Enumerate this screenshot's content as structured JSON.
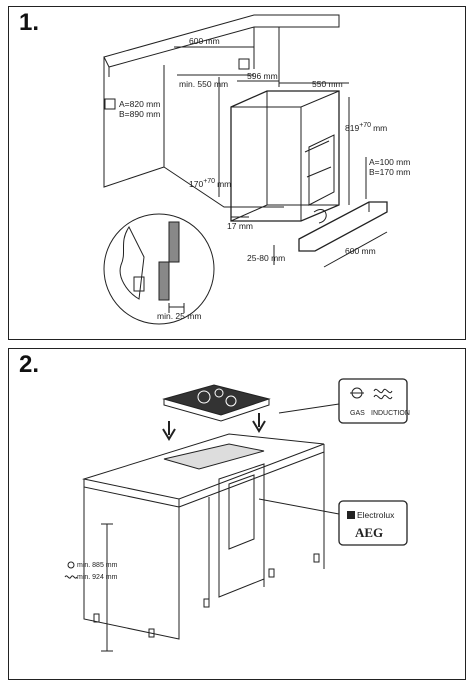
{
  "steps": {
    "step1": "1.",
    "step2": "2."
  },
  "panel1": {
    "dim_600_top": "600 mm",
    "dim_min_550": "min. 550 mm",
    "dim_596": "596 mm",
    "dim_550": "550 mm",
    "dim_819": "819",
    "dim_819_sup": "+70",
    "dim_819_unit": "mm",
    "dim_A_820": "A=820 mm",
    "dim_B_890": "B=890 mm",
    "dim_170": "170",
    "dim_170_sup": "+70",
    "dim_170_unit": "mm",
    "dim_17": "17 mm",
    "dim_A_100": "A=100 mm",
    "dim_B_170": "B=170 mm",
    "dim_600_plinth": "600 mm",
    "dim_25_80": "25-80 mm",
    "dim_min_25": "min. 25 mm"
  },
  "panel2": {
    "gas_label": "GAS",
    "induction_label": "INDUCTION",
    "brand_electrolux": "Electrolux",
    "brand_aeg": "AEG",
    "min_885": "min. 885 mm",
    "min_924": "min. 924 mm"
  }
}
